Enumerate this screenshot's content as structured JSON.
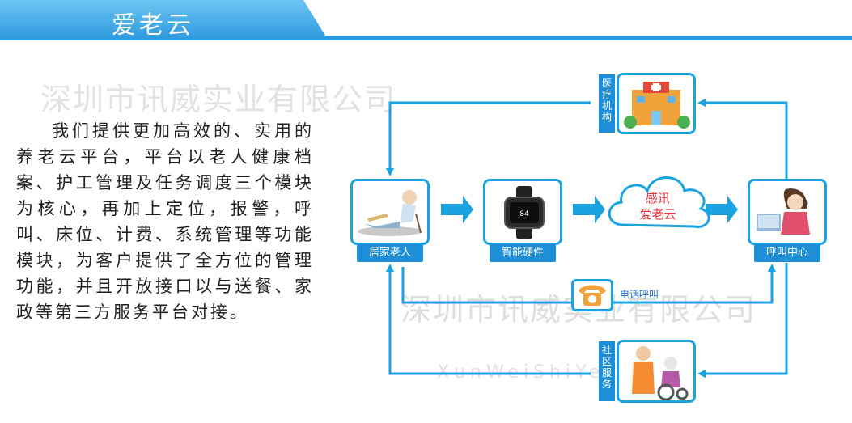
{
  "header": {
    "title": "爱老云"
  },
  "watermark": {
    "company": "深圳市讯威实业有限公司",
    "latin": "XunWeiShiYe"
  },
  "intro": {
    "paragraph": "我们提供更加高效的、实用的养老云平台，平台以老人健康档案、护工管理及任务调度三个模块为核心，再加上定位，报警，呼叫、床位、计费、系统管理等功能模块，为客户提供了全方位的管理功能，并且开放接口以与送餐、家政等第三方服务平台对接。"
  },
  "diagram": {
    "nodes": {
      "elder": {
        "label": "居家老人",
        "icon": "elderly-person-icon"
      },
      "hardware": {
        "label": "智能硬件",
        "icon": "smartwatch-icon"
      },
      "cloud": {
        "line1": "感讯",
        "line2": "爱老云",
        "icon": "cloud-icon"
      },
      "call_center": {
        "label": "呼叫中心",
        "icon": "operator-icon"
      },
      "medical": {
        "label": "医疗机构",
        "icon": "hospital-icon"
      },
      "community": {
        "label": "社区服务",
        "icon": "caregiver-icon"
      },
      "phone": {
        "label": "电话呼叫",
        "icon": "telephone-icon"
      }
    },
    "colors": {
      "line": "#1aa3e0",
      "label_bg": "#1c8fd8",
      "cloud_text": "#e8323c"
    }
  }
}
